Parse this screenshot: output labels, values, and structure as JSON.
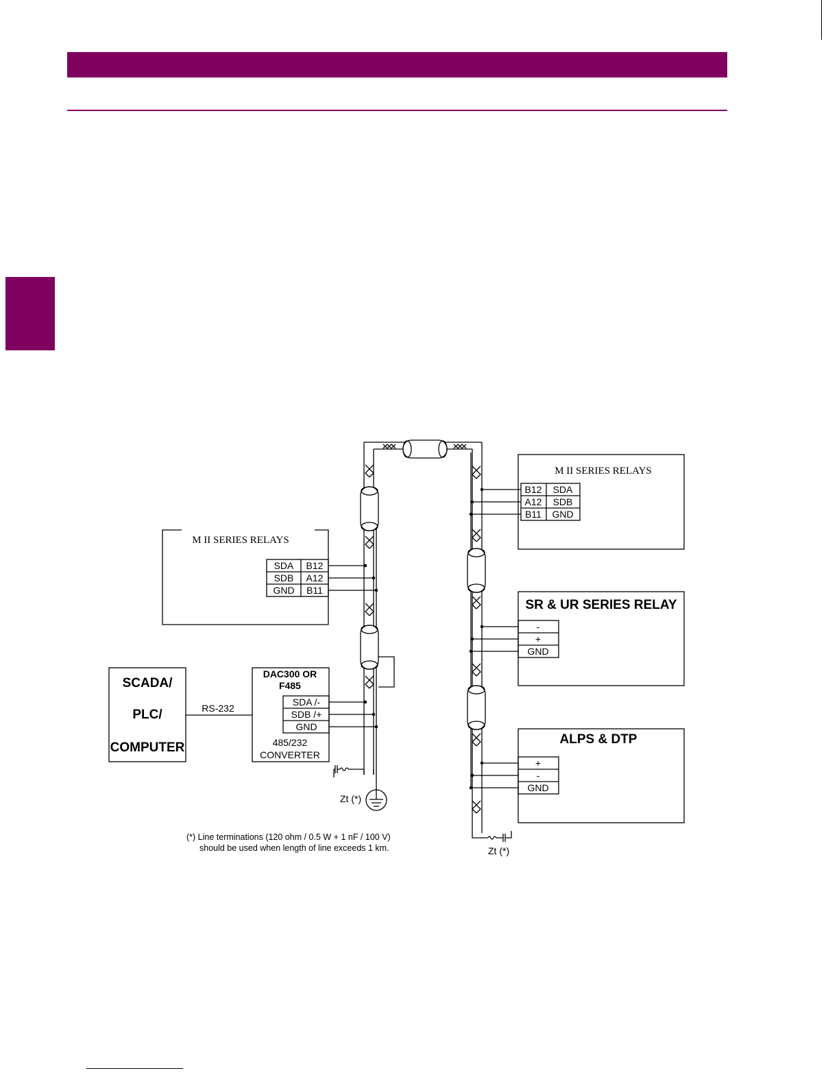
{
  "page": {
    "accent_color": "#800060"
  },
  "diagram": {
    "left_relay": {
      "title": "M II SERIES RELAYS",
      "terminals": [
        {
          "signal": "SDA",
          "pin": "B12"
        },
        {
          "signal": "SDB",
          "pin": "A12"
        },
        {
          "signal": "GND",
          "pin": "B11"
        }
      ]
    },
    "top_right_relay": {
      "title": "M II SERIES RELAYS",
      "terminals": [
        {
          "pin": "B12",
          "signal": "SDA"
        },
        {
          "pin": "A12",
          "signal": "SDB"
        },
        {
          "pin": "B11",
          "signal": "GND"
        }
      ]
    },
    "sr_ur_relay": {
      "title": "SR & UR SERIES RELAY",
      "terminals": [
        "-",
        "+",
        "GND"
      ]
    },
    "alps_dtp": {
      "title": "ALPS & DTP",
      "terminals": [
        "+",
        "-",
        "GND"
      ]
    },
    "scada": {
      "lines": [
        "SCADA/",
        "PLC/",
        "COMPUTER"
      ]
    },
    "link_label": "RS-232",
    "converter": {
      "title_lines": [
        "DAC300 OR",
        "F485"
      ],
      "terminals": [
        "SDA /-",
        "SDB /+",
        "GND"
      ],
      "footer_lines": [
        "485/232",
        "CONVERTER"
      ]
    },
    "termination_left": "Zt (*)",
    "termination_right": "Zt (*)",
    "footnote_line1": "(*) Line terminations (120 ohm / 0.5 W + 1 nF / 100 V)",
    "footnote_line2": "should be used when length of line exceeds 1 km."
  }
}
